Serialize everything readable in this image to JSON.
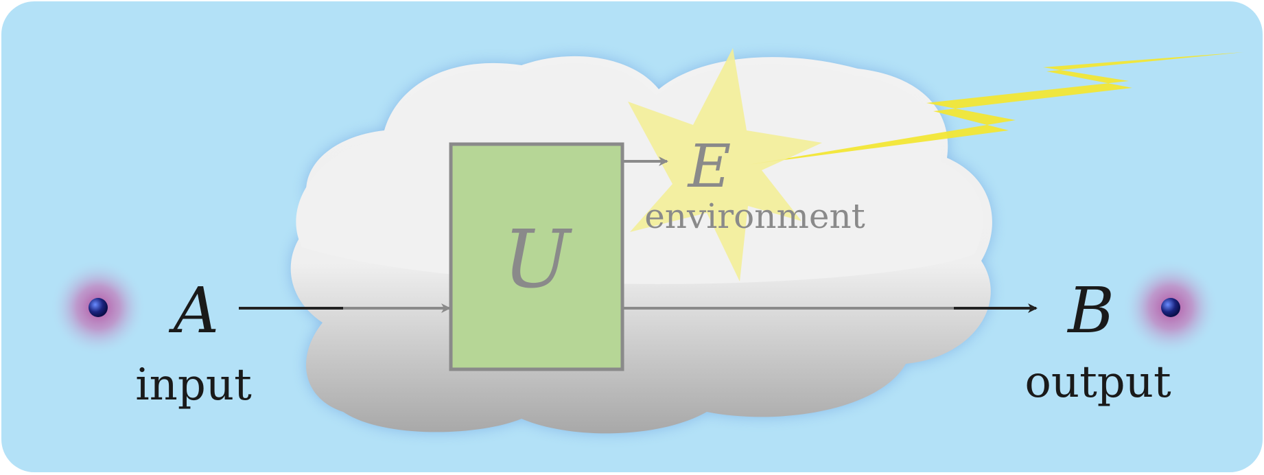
{
  "input": {
    "symbol": "A",
    "caption": "input"
  },
  "output": {
    "symbol": "B",
    "caption": "output"
  },
  "channel": {
    "symbol": "U"
  },
  "environment": {
    "symbol": "E",
    "caption": "environment"
  },
  "colors": {
    "background": "#b3e1f7",
    "cloud": "#f0f0f0",
    "box_fill": "#b6d696",
    "box_stroke": "#8a8a8a",
    "arrow_dark": "#222222",
    "arrow_gray": "#8a8a8a",
    "lightning": "#f2e635",
    "star": "#f3ee98",
    "qubit_glow": "#b04a9c",
    "qubit_core": "#1a237e"
  },
  "icons": {
    "input_particle": "qubit-dot-icon",
    "output_particle": "qubit-dot-icon",
    "noise": "lightning-bolt-icon",
    "interaction": "starburst-icon"
  }
}
